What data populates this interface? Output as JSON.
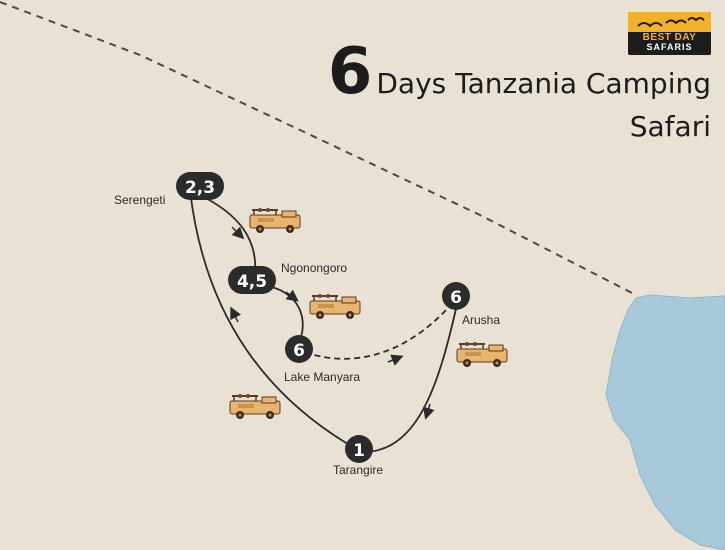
{
  "title": {
    "number": "6",
    "line1": "Days Tanzania Camping",
    "line2": "Safari"
  },
  "logo": {
    "top": "BEST DAY",
    "bottom": "SAFARIS"
  },
  "stops": [
    {
      "badge": "2,3",
      "label": "Serengeti"
    },
    {
      "badge": "4,5",
      "label": "Ngonongoro"
    },
    {
      "badge": "6",
      "label": "Lake Manyara"
    },
    {
      "badge": "6",
      "label": "Arusha"
    },
    {
      "badge": "1",
      "label": "Tarangire"
    }
  ],
  "colors": {
    "background": "#e9e1d4",
    "water": "#a7c9d9",
    "badge": "#2b2b2b",
    "route": "#2b2b2b",
    "vehicle": "#e8b46e"
  },
  "icons": [
    "safari-vehicle-icon",
    "bird-icon"
  ]
}
